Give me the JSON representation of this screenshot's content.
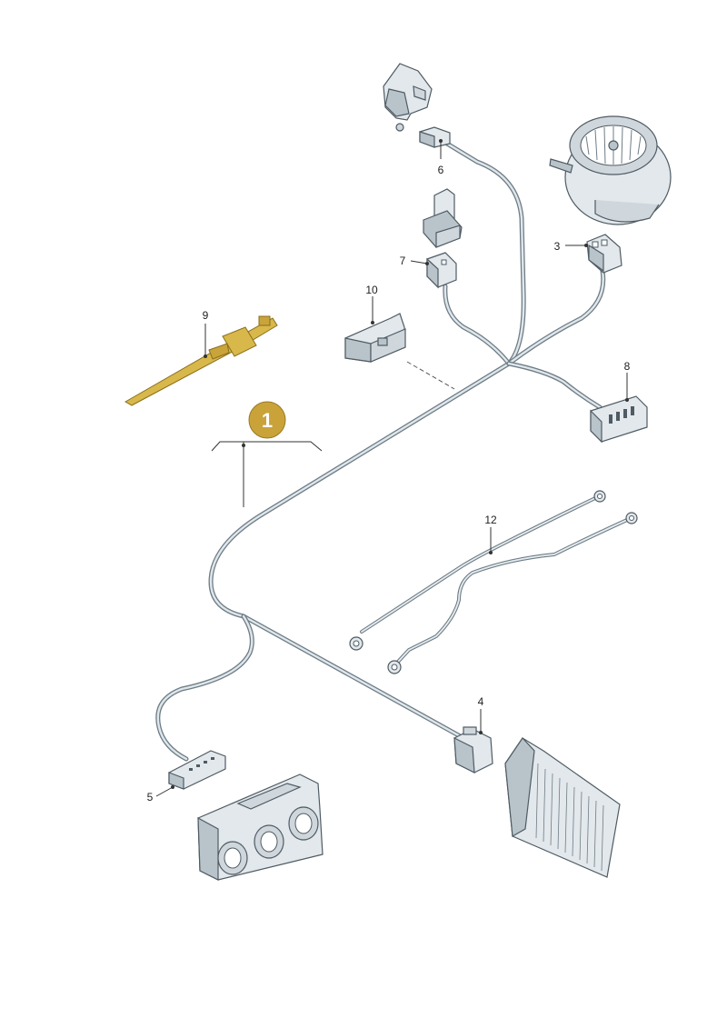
{
  "callouts": {
    "group_badge": "1",
    "c3": "3",
    "c4": "4",
    "c5": "5",
    "c6": "6",
    "c7": "7",
    "c8": "8",
    "c9": "9",
    "c10": "10",
    "c12": "12"
  },
  "colors": {
    "badge_fill": "#c9a33a",
    "highlight_part": "#d8b84a",
    "wire": "#6f7d86"
  }
}
